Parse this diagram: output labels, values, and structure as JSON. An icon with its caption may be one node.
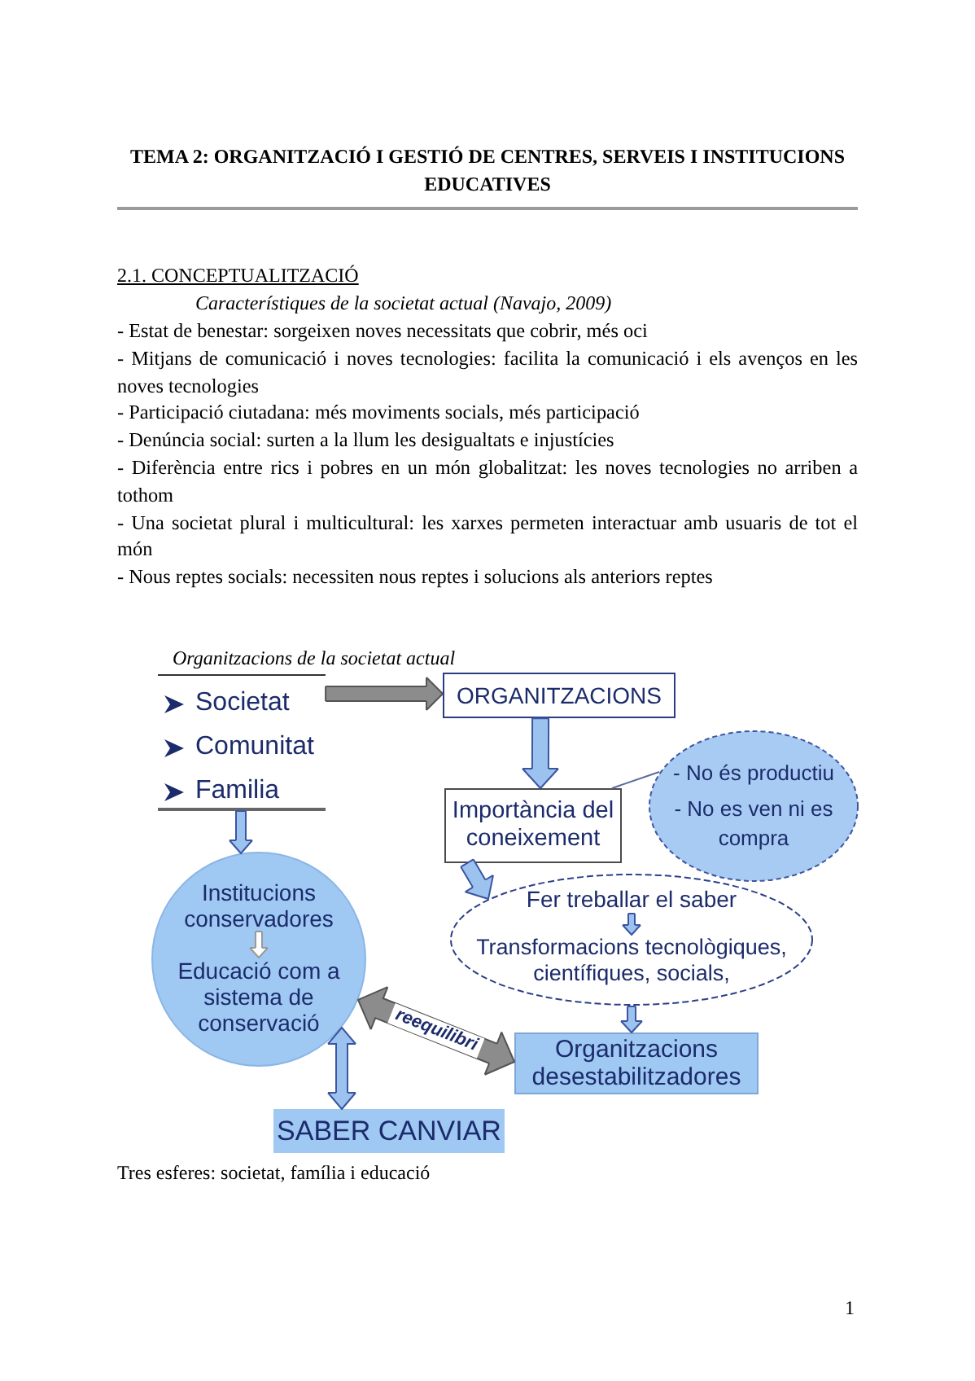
{
  "diagram": {
    "title": "TEMA 2: ORGANITZACIÓ I GESTIÓ DE CENTRES, SERVEIS I INSTITUCIONS EDUCATIVES",
    "caption": "Tres esferes: societat, família i educació",
    "nodes": [
      {
        "text": [
          "Societat",
          "Comunitat",
          "Familia"
        ]
      },
      {
        "text": [
          "ORGANITZACIONS"
        ]
      },
      {
        "text": [
          "Importància del coneixement"
        ]
      },
      {
        "text": [
          "- No és productiu",
          "- No es ven ni es compra"
        ]
      },
      {
        "text": [],
        "shape": "circle"
      },
      {
        "text": [
          "Institucions conservadores"
        ],
        "in": 4
      },
      {
        "text": [
          "Educació com a sistema de conservació"
        ],
        "in": 4
      },
      {
        "text": [],
        "shape": "ellipse"
      },
      {
        "text": [
          "Fer treballar el saber"
        ],
        "in": 7
      },
      {
        "text": [
          "Transformacions tecnològiques, científiques, socials,"
        ],
        "in": 7
      },
      {
        "text": [
          "Organitzacions desestabilitzadores"
        ]
      },
      {
        "text": [
          "SABER CANVIAR"
        ]
      }
    ],
    "edges": [
      {
        "from": 0,
        "to": 1,
        "arrow": "to",
        "color": "#8c8c8c"
      },
      {
        "from": 1,
        "to": 2,
        "arrow": "to"
      },
      {
        "from": 2,
        "to": 3,
        "arrow": "none",
        "color": "#5b6b9c"
      },
      {
        "from": 0,
        "to": 4,
        "arrow": "to"
      },
      {
        "from": 5,
        "to": 6,
        "arrow": "to",
        "color": "#ffffff"
      },
      {
        "from": 2,
        "to": 7,
        "arrow": "to"
      },
      {
        "from": 8,
        "to": 9,
        "arrow": "to"
      },
      {
        "from": 7,
        "to": 10,
        "arrow": "to"
      },
      {
        "from": 4,
        "to": 10,
        "arrow": "both",
        "label": "reequilibri",
        "color": "#8c8c8c"
      },
      {
        "from": 4,
        "to": 11,
        "arrow": "both"
      }
    ],
    "labels": [
      "2.1. CONCEPTUALITZACIÓ",
      "Característiques de la societat actual (Navajo, 2009)",
      "- Estat de benestar: sorgeixen noves necessitats que cobrir, més oci",
      "- Mitjans de comunicació i noves tecnologies: facilita la comunicació i els avenços en les noves tecnologies",
      "- Participació ciutadana: més moviments socials, més participació",
      "- Denúncia social: surten a la llum les desigualtats e injustícies",
      "- Diferència entre rics i pobres en un món globalitzat: les noves tecnologies no arriben a tothom",
      "- Una societat plural i multicultural: les xarxes permeten interactuar amb usuaris de tot el món",
      "- Nous reptes socials: necessiten nous reptes i solucions als anteriors reptes",
      "Organitzacions de la societat actual",
      "1"
    ]
  }
}
